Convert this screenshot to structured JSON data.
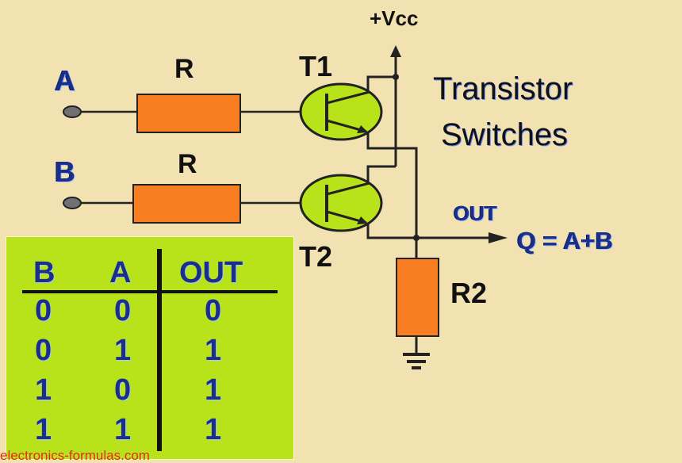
{
  "title": {
    "line1": "Transistor",
    "line2": "Switches"
  },
  "supply": {
    "label": "+Vcc"
  },
  "inputs": [
    {
      "name": "A",
      "resistor": "R",
      "transistor": "T1"
    },
    {
      "name": "B",
      "resistor": "R",
      "transistor": "T2"
    }
  ],
  "output": {
    "label": "OUT",
    "equation": "Q = A+B",
    "load_resistor": "R2"
  },
  "truth_table": {
    "headers": [
      "B",
      "A",
      "OUT"
    ],
    "rows": [
      [
        "0",
        "0",
        "0"
      ],
      [
        "0",
        "1",
        "1"
      ],
      [
        "1",
        "0",
        "1"
      ],
      [
        "1",
        "1",
        "1"
      ]
    ]
  },
  "colors": {
    "background": "#f2e2b2",
    "resistor": "#f97e22",
    "transistor": "#b8e31a",
    "table": "#b8e31a",
    "label_blue": "#1a2f8c",
    "watermark": "#e82a1a"
  },
  "footer": {
    "watermark": "electronics-formulas.com"
  }
}
